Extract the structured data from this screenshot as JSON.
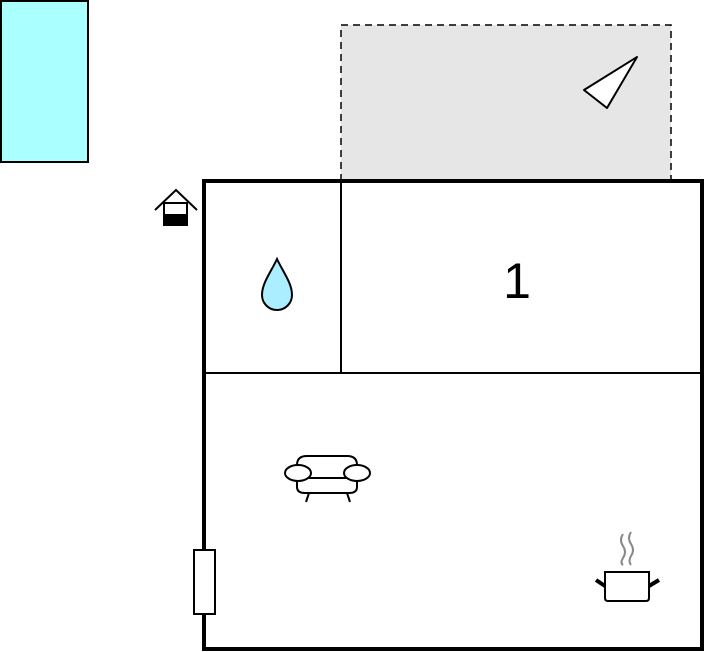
{
  "plan": {
    "room_number": "1",
    "colors": {
      "pool": "#aaffff",
      "terrace": "#e6e6e6",
      "water": "#aaeeff",
      "wall": "#000000",
      "steam": "#888888"
    },
    "icons": [
      "pool",
      "terrace",
      "north-arrow",
      "entrance-icon",
      "water-drop-icon",
      "sofa-icon",
      "cooking-pot-icon",
      "window"
    ]
  }
}
